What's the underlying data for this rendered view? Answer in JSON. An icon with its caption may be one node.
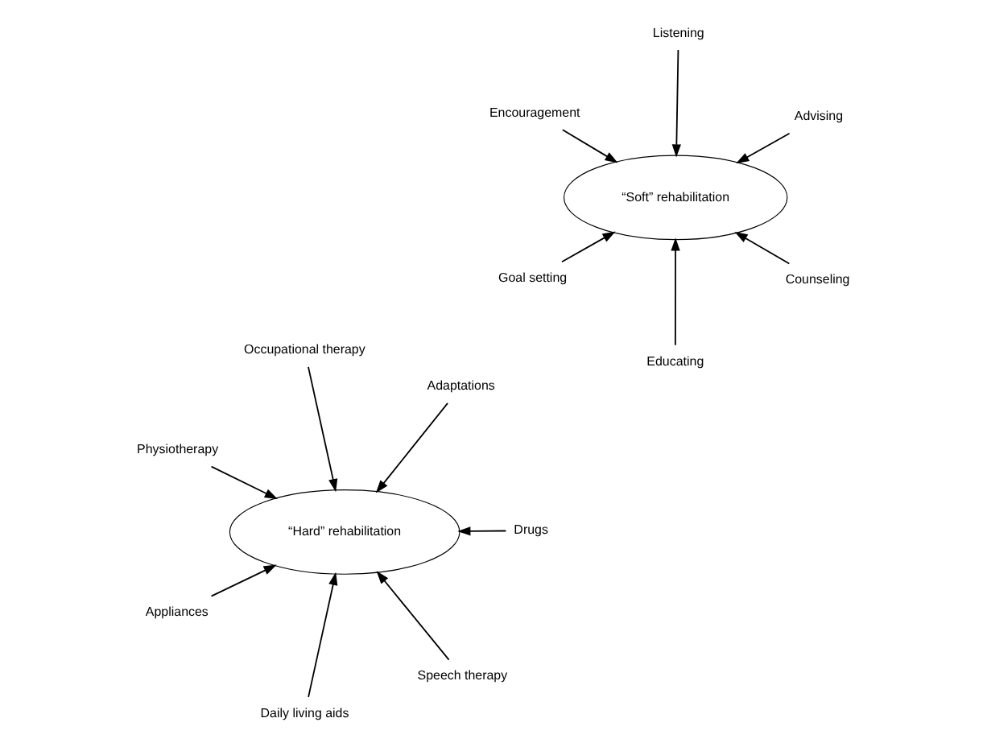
{
  "diagram": {
    "nodes": [
      {
        "text": [
          "“Soft” rehabilitation"
        ]
      },
      {
        "text": [
          "“Hard” rehabilitation"
        ]
      },
      {
        "text": [
          "Counseling"
        ]
      },
      {
        "text": [
          "Educating"
        ]
      },
      {
        "text": [
          "Encouragement"
        ]
      },
      {
        "text": [
          "Advising"
        ]
      },
      {
        "text": [
          "Listening"
        ]
      },
      {
        "text": [
          "Goal setting"
        ]
      },
      {
        "text": [
          "Drugs"
        ]
      },
      {
        "text": [
          "Daily living aids"
        ]
      },
      {
        "text": [
          "Physiotherapy"
        ]
      },
      {
        "text": [
          "Adaptations"
        ]
      },
      {
        "text": [
          "Occupational therapy"
        ]
      },
      {
        "text": [
          "Appliances"
        ]
      },
      {
        "text": [
          "Speech therapy"
        ]
      }
    ],
    "edges": [
      {
        "from": 2,
        "to": 0,
        "arrow": "to"
      },
      {
        "from": 3,
        "to": 0,
        "arrow": "to"
      },
      {
        "from": 4,
        "to": 0,
        "arrow": "to"
      },
      {
        "from": 5,
        "to": 0,
        "arrow": "to"
      },
      {
        "from": 6,
        "to": 0,
        "arrow": "to"
      },
      {
        "from": 7,
        "to": 0,
        "arrow": "to"
      },
      {
        "from": 8,
        "to": 1,
        "arrow": "to"
      },
      {
        "from": 9,
        "to": 1,
        "arrow": "to"
      },
      {
        "from": 10,
        "to": 1,
        "arrow": "to"
      },
      {
        "from": 11,
        "to": 1,
        "arrow": "to"
      },
      {
        "from": 12,
        "to": 1,
        "arrow": "to"
      },
      {
        "from": 13,
        "to": 1,
        "arrow": "to"
      },
      {
        "from": 14,
        "to": 1,
        "arrow": "to"
      }
    ]
  }
}
